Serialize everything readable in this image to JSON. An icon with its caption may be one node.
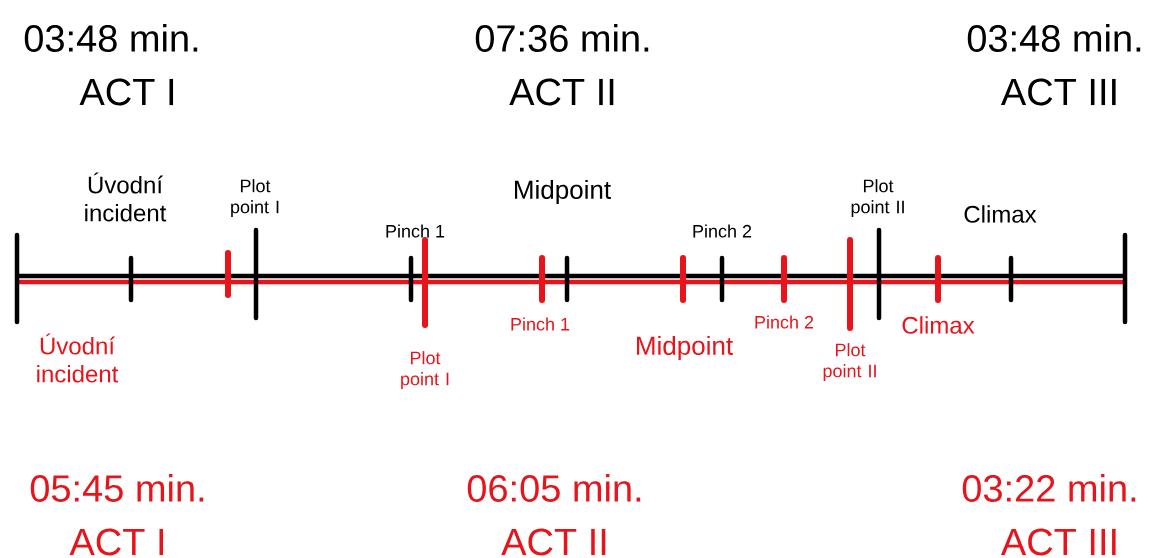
{
  "diagram": {
    "labels": [
      "03:48 min.",
      "ACT I",
      "07:36 min.",
      "ACT II",
      "03:48 min.",
      "ACT III",
      "Úvodní incident",
      "Plot point I",
      "Midpoint",
      "Plot point II",
      "Climax",
      "Pinch 1",
      "Pinch 2",
      "Úvodní incident",
      "Pinch 1",
      "Midpoint",
      "Pinch 2",
      "Climax",
      "Plot point I",
      "Plot point II",
      "05:45 min.",
      "ACT I",
      "06:05 min.",
      "ACT II",
      "03:22 min.",
      "ACT III"
    ]
  }
}
